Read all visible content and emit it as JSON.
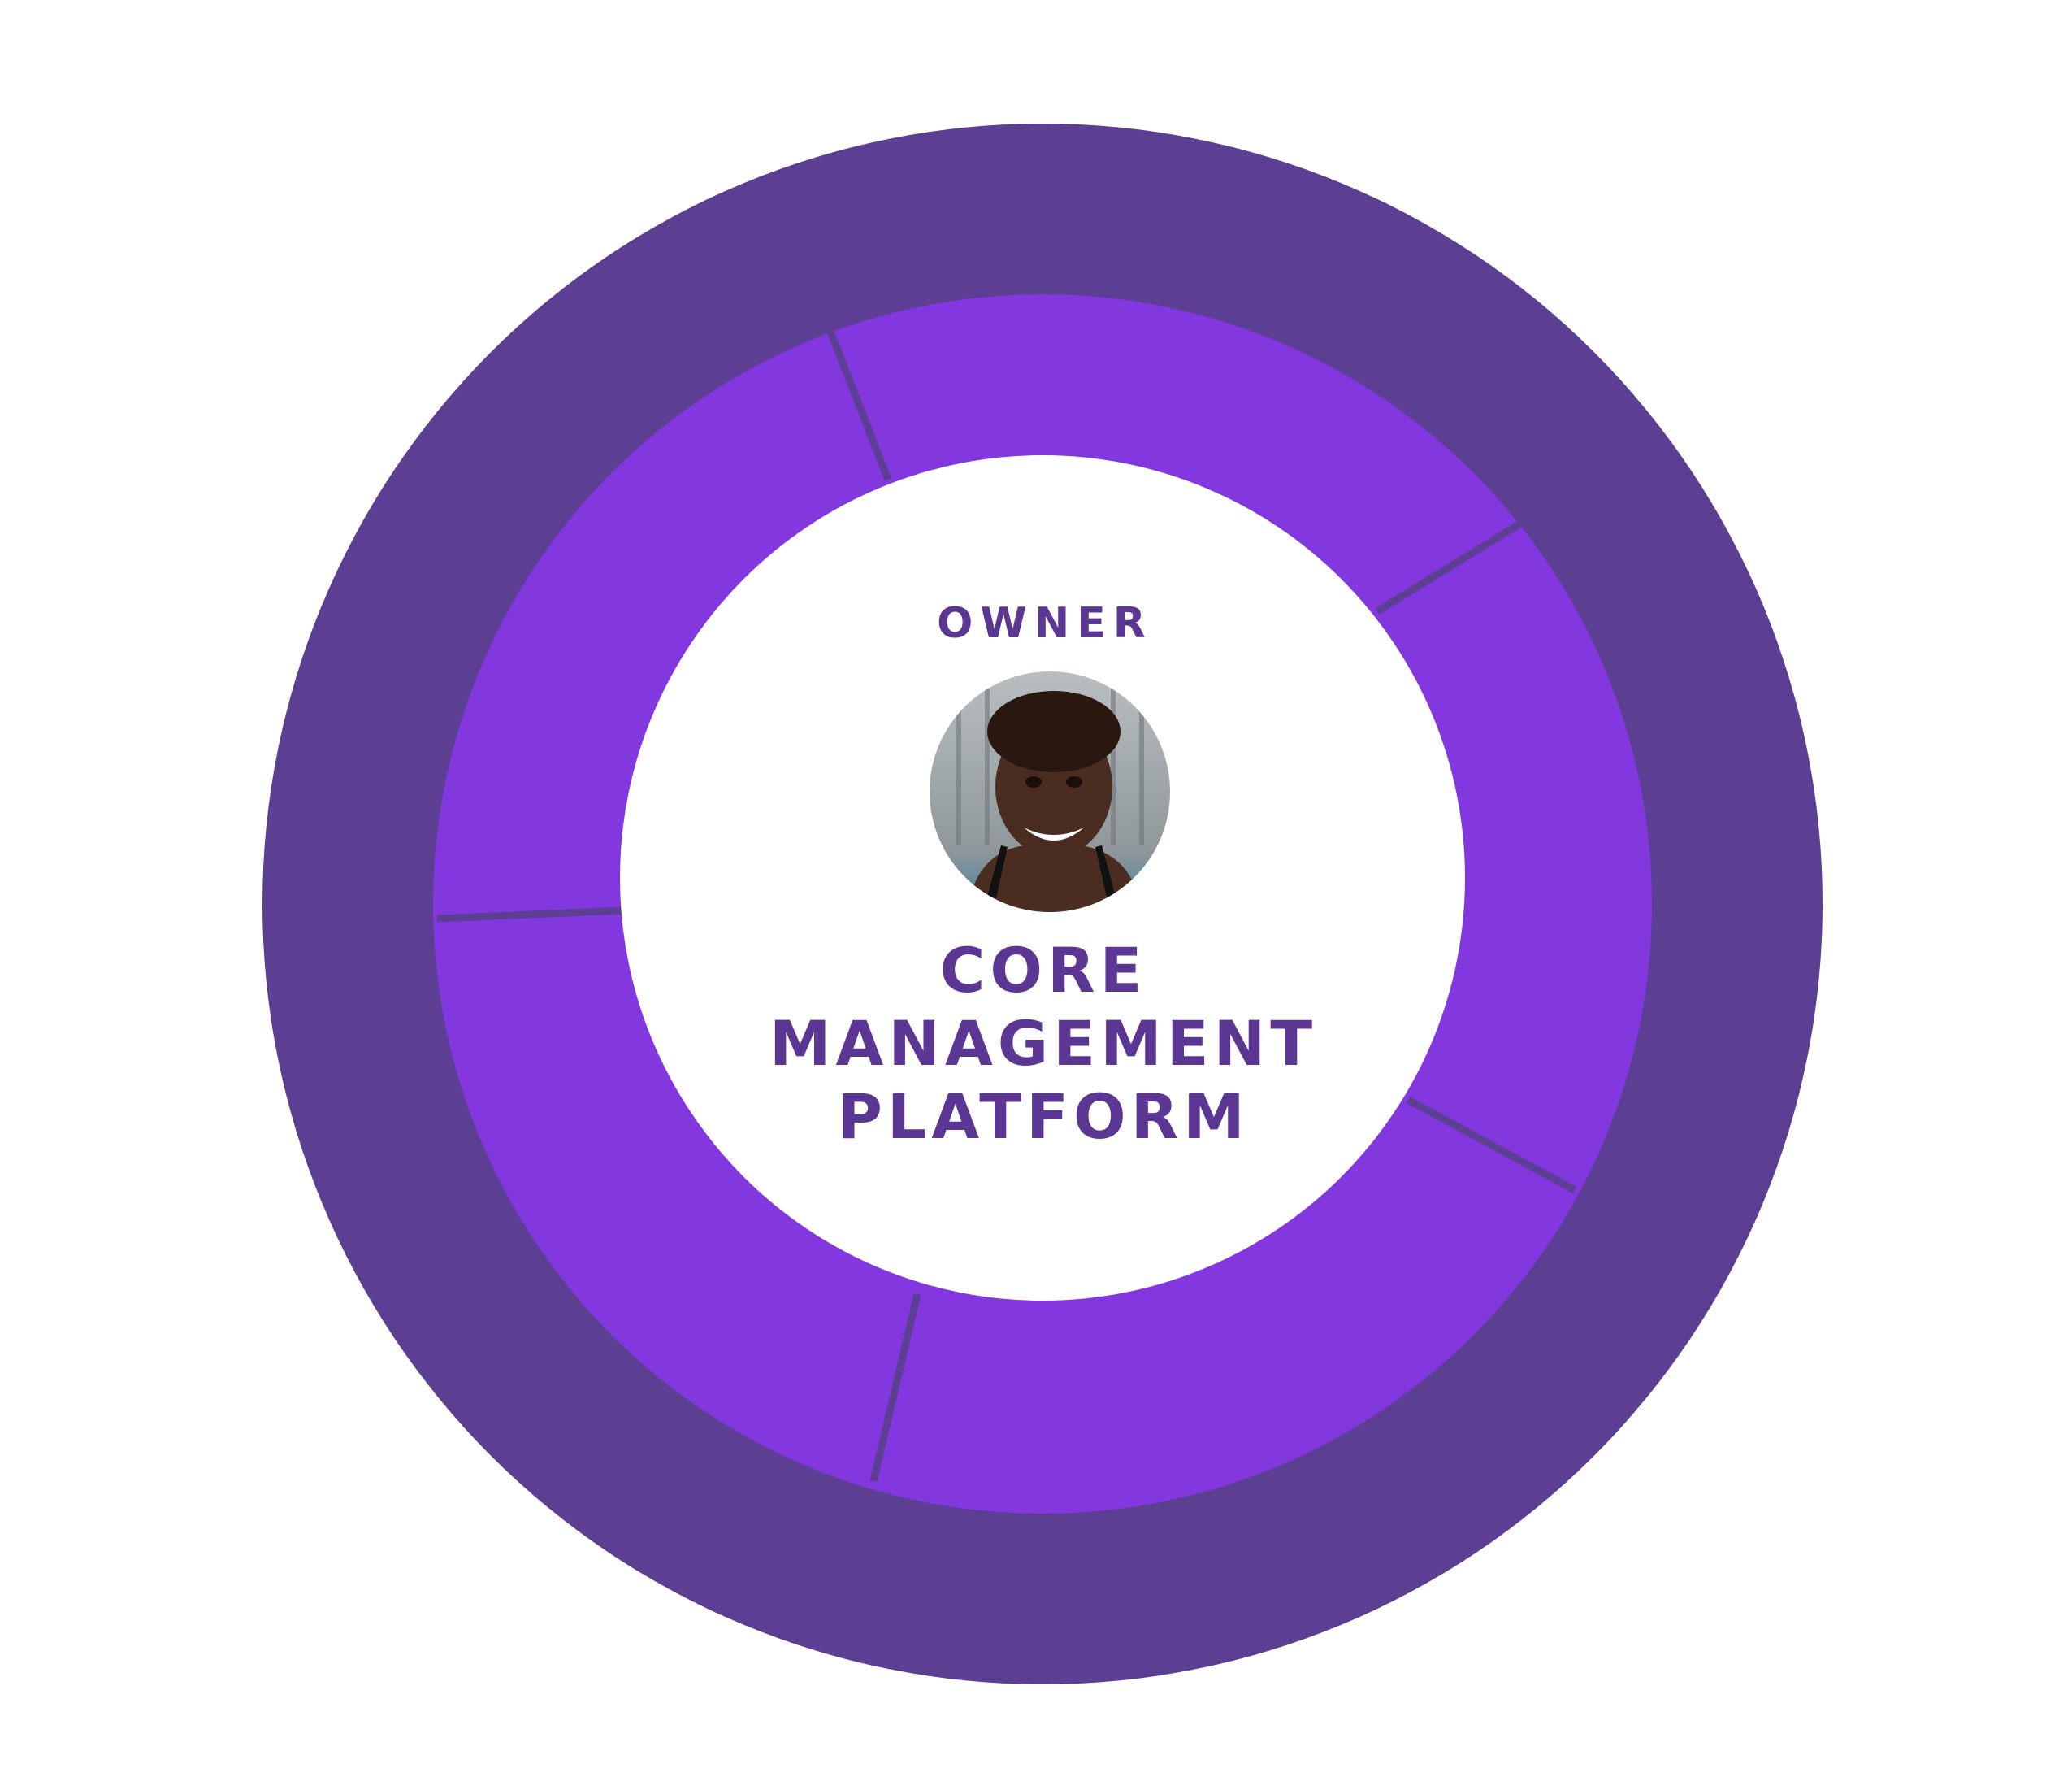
{
  "center": {
    "role_label": "OWNER",
    "title_lines": [
      "CORE",
      "MANAGEMENT",
      "PLATFORM"
    ],
    "avatar_icon": "person-avatar"
  },
  "rings": {
    "outer_band_count": 1,
    "inner_segment_count": 5
  },
  "colors": {
    "background": "#ffffff",
    "outer_ring": "#5c3f93",
    "inner_ring": "#8337df",
    "divider": "#5c3f93",
    "center_fill": "#ffffff",
    "text": "#5c3693",
    "avatar_bg": "#9aa0a4",
    "skin": "#4a2c20",
    "hair": "#2a170f"
  }
}
